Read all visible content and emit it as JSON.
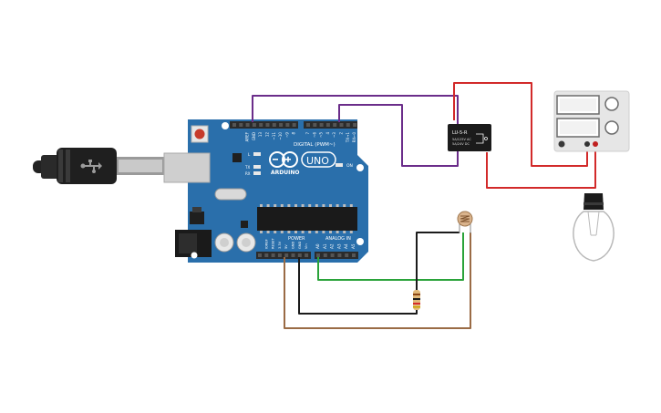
{
  "board": {
    "brand": "ARDUINO",
    "model": "UNO",
    "digital_label": "DIGITAL (PWM~)",
    "analog_label": "ANALOG IN",
    "power_label": "POWER",
    "on_label": "ON",
    "tx_label": "TX",
    "rx_label": "RX",
    "l_label": "L",
    "top_header_pins": [
      "AREF",
      "GND",
      "13",
      "12",
      "~11",
      "~10",
      "~9",
      "8",
      "7",
      "~6",
      "~5",
      "4",
      "~3",
      "2",
      "TX→1",
      "RX←0"
    ],
    "power_pins": [
      "IOREF",
      "RESET",
      "3.3V",
      "5V",
      "GND",
      "GND",
      "Vin"
    ],
    "analog_pins": [
      "A0",
      "A1",
      "A2",
      "A3",
      "A4",
      "A5"
    ],
    "color": "#2a6fab",
    "header_color": "#2b2b2b"
  },
  "relay": {
    "title": "LU-5-R",
    "line1": "5A/125V AC",
    "line2": "5A/24V DC",
    "color": "#1b1b1b"
  },
  "wires": {
    "purple": "#6b2d8a",
    "red": "#d22a2a",
    "green": "#2aa33a",
    "black": "#1b1b1b",
    "brown": "#9a6b45"
  },
  "icons": [
    "usb-cable-icon",
    "light-bulb-icon",
    "photoresistor-icon",
    "resistor-icon",
    "power-supply-icon"
  ]
}
